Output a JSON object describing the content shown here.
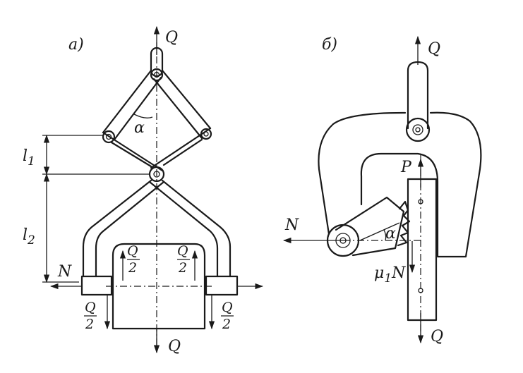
{
  "figure_a": {
    "caption": "а)",
    "force_top": "Q",
    "force_bottom": "Q",
    "angle": "α",
    "dim_l1": "l",
    "dim_l1_sub": "1",
    "dim_l2": "l",
    "dim_l2_sub": "2",
    "normal_force": "N",
    "half_num": "Q",
    "half_den": "2"
  },
  "figure_b": {
    "caption": "б)",
    "force_top": "Q",
    "force_bottom": "Q",
    "force_p": "P",
    "normal_force": "N",
    "friction": "μ",
    "friction_sub": "1",
    "friction_n": "N",
    "angle": "α"
  }
}
